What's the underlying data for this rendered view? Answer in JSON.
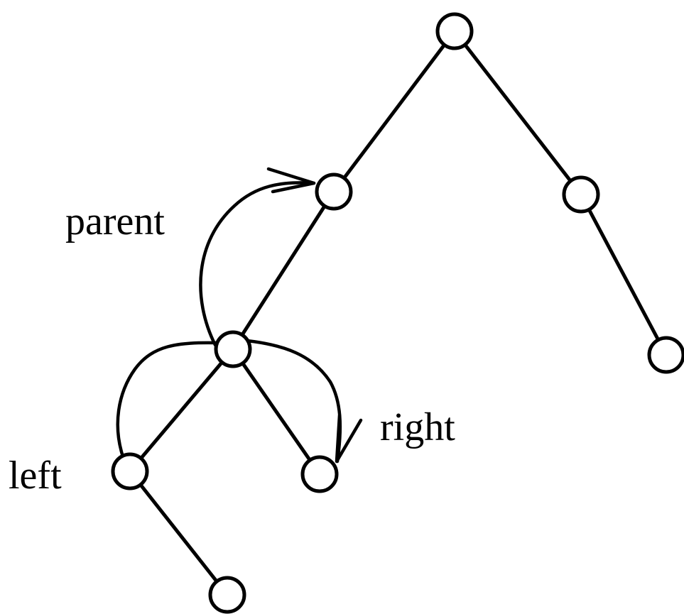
{
  "labels": {
    "parent": "parent",
    "left": "left",
    "right": "right"
  },
  "colors": {
    "background": "#ffffff",
    "stroke": "#000000"
  }
}
